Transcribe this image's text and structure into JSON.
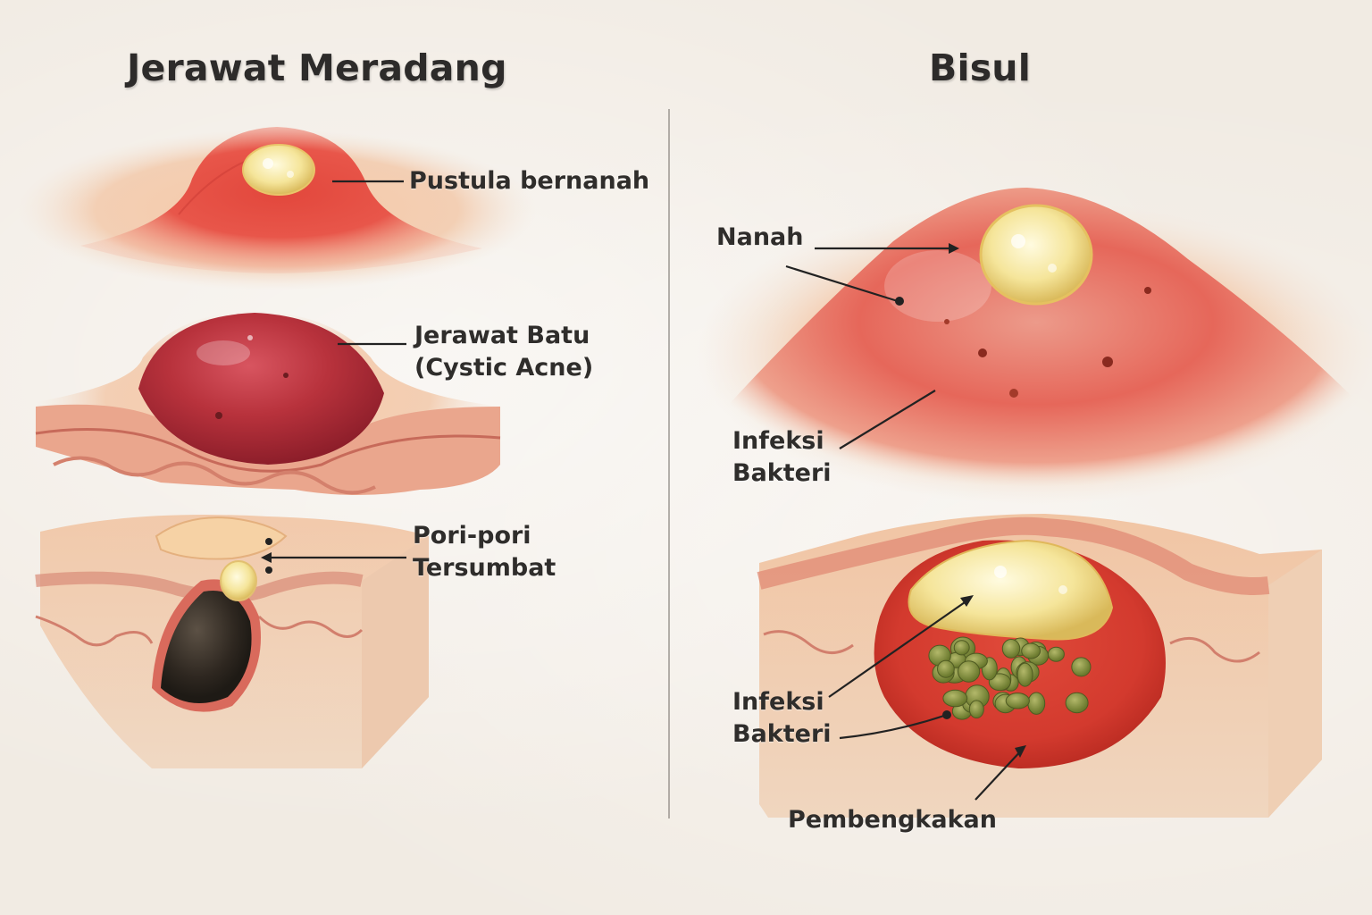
{
  "left_panel": {
    "title": "Jerawat Meradang",
    "labels": {
      "pustule": "Pustula bernanah",
      "cystic_line1": "Jerawat Batu",
      "cystic_line2": "(Cystic Acne)",
      "pore_line1": "Pori-pori",
      "pore_line2": "Tersumbat"
    }
  },
  "right_panel": {
    "title": "Bisul",
    "labels": {
      "pus": "Nanah",
      "infection_top_line1": "Infeksi",
      "infection_top_line2": "Bakteri",
      "infection_bottom_line1": "Infeksi",
      "infection_bottom_line2": "Bakteri",
      "swelling": "Pembengkakan"
    }
  }
}
